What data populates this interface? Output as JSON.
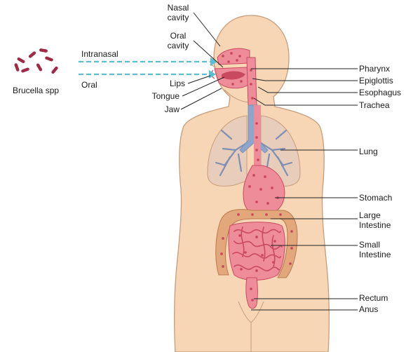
{
  "colors": {
    "skin": "#f6d6b5",
    "skin_outline": "#c79c7a",
    "tract": "#ee8c9a",
    "tract_dark": "#c94a60",
    "trachea": "#8fa6cc",
    "lung": "#e9cdbb",
    "bronchi": "#7d8fb5",
    "large_intestine": "#e2a77a",
    "bacteria": "#9e2a47",
    "arrow": "#5bbfd1",
    "leader": "#222222"
  },
  "pathogen": {
    "label": "Brucella spp",
    "icon": "rod-bacteria-icon"
  },
  "routes": [
    {
      "label": "Intranasal"
    },
    {
      "label": "Oral"
    }
  ],
  "labels": {
    "nasal_cavity": [
      "Nasal",
      "cavity"
    ],
    "oral_cavity": [
      "Oral",
      "cavity"
    ],
    "lips": "Lips",
    "tongue": "Tongue",
    "jaw": "Jaw",
    "pharynx": "Pharynx",
    "epiglottis": "Epiglottis",
    "esophagus": "Esophagus",
    "trachea": "Trachea",
    "lung": "Lung",
    "stomach": "Stomach",
    "large_intestine": [
      "Large",
      "Intestine"
    ],
    "small_intestine": [
      "Small",
      "Intestine"
    ],
    "rectum": "Rectum",
    "anus": "Anus"
  }
}
